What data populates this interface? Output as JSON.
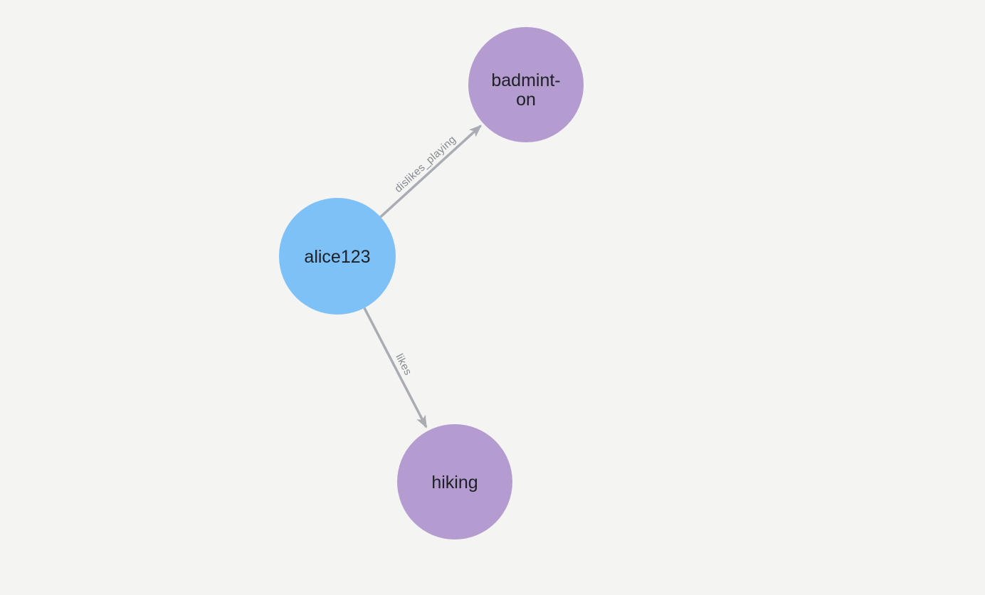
{
  "canvas": {
    "background_color": "#f4f4f3"
  },
  "graph": {
    "nodes": [
      {
        "id": "alice123",
        "label": "alice123",
        "fill_color": "#7dc1f7",
        "text_color": "#1d2026"
      },
      {
        "id": "badminton",
        "label": "badminton",
        "label_lines": [
          "badmint-",
          "on"
        ],
        "fill_color": "#b59cd0",
        "text_color": "#1d2026"
      },
      {
        "id": "hiking",
        "label": "hiking",
        "fill_color": "#b59cd0",
        "text_color": "#1d2026"
      }
    ],
    "edges": [
      {
        "from": "alice123",
        "to": "badminton",
        "label": "dislikes_playing",
        "line_color": "#a9acb2",
        "label_color": "#85898f"
      },
      {
        "from": "alice123",
        "to": "hiking",
        "label": "likes",
        "line_color": "#a9acb2",
        "label_color": "#85898f"
      }
    ]
  }
}
